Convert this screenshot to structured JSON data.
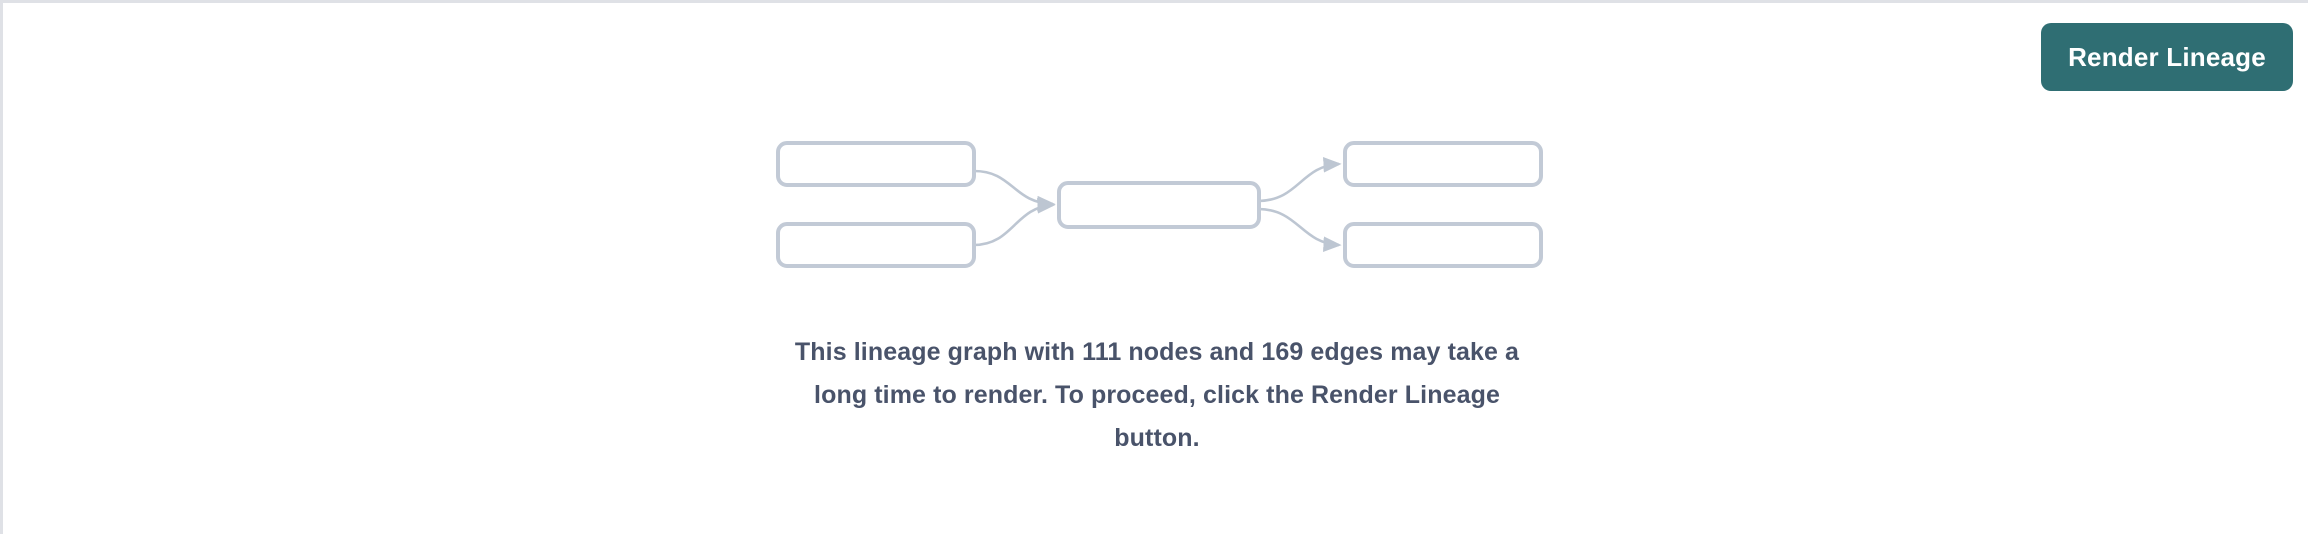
{
  "panel": {
    "background_color": "#ffffff",
    "border_color": "#dfe1e6"
  },
  "toolbar": {
    "render_button_label": "Render Lineage",
    "render_button_color": "#2f6e73",
    "render_button_text_color": "#ffffff"
  },
  "graph_placeholder": {
    "node_fill": "#ffffff",
    "node_stroke": "#c2cad6",
    "edge_stroke": "#bdc6d2",
    "nodes": [
      {
        "id": "upstream-1",
        "column": "left",
        "row": 1
      },
      {
        "id": "upstream-2",
        "column": "left",
        "row": 2
      },
      {
        "id": "focus",
        "column": "center",
        "row": 1
      },
      {
        "id": "downstream-1",
        "column": "right",
        "row": 1
      },
      {
        "id": "downstream-2",
        "column": "right",
        "row": 2
      }
    ],
    "edges": [
      {
        "from": "upstream-1",
        "to": "focus"
      },
      {
        "from": "upstream-2",
        "to": "focus"
      },
      {
        "from": "focus",
        "to": "downstream-1"
      },
      {
        "from": "focus",
        "to": "downstream-2"
      }
    ]
  },
  "message": {
    "text": "This lineage graph with 111 nodes and 169 edges may take a long time to render. To proceed, click the Render Lineage button.",
    "node_count": 111,
    "edge_count": 169,
    "text_color": "#49536a"
  }
}
